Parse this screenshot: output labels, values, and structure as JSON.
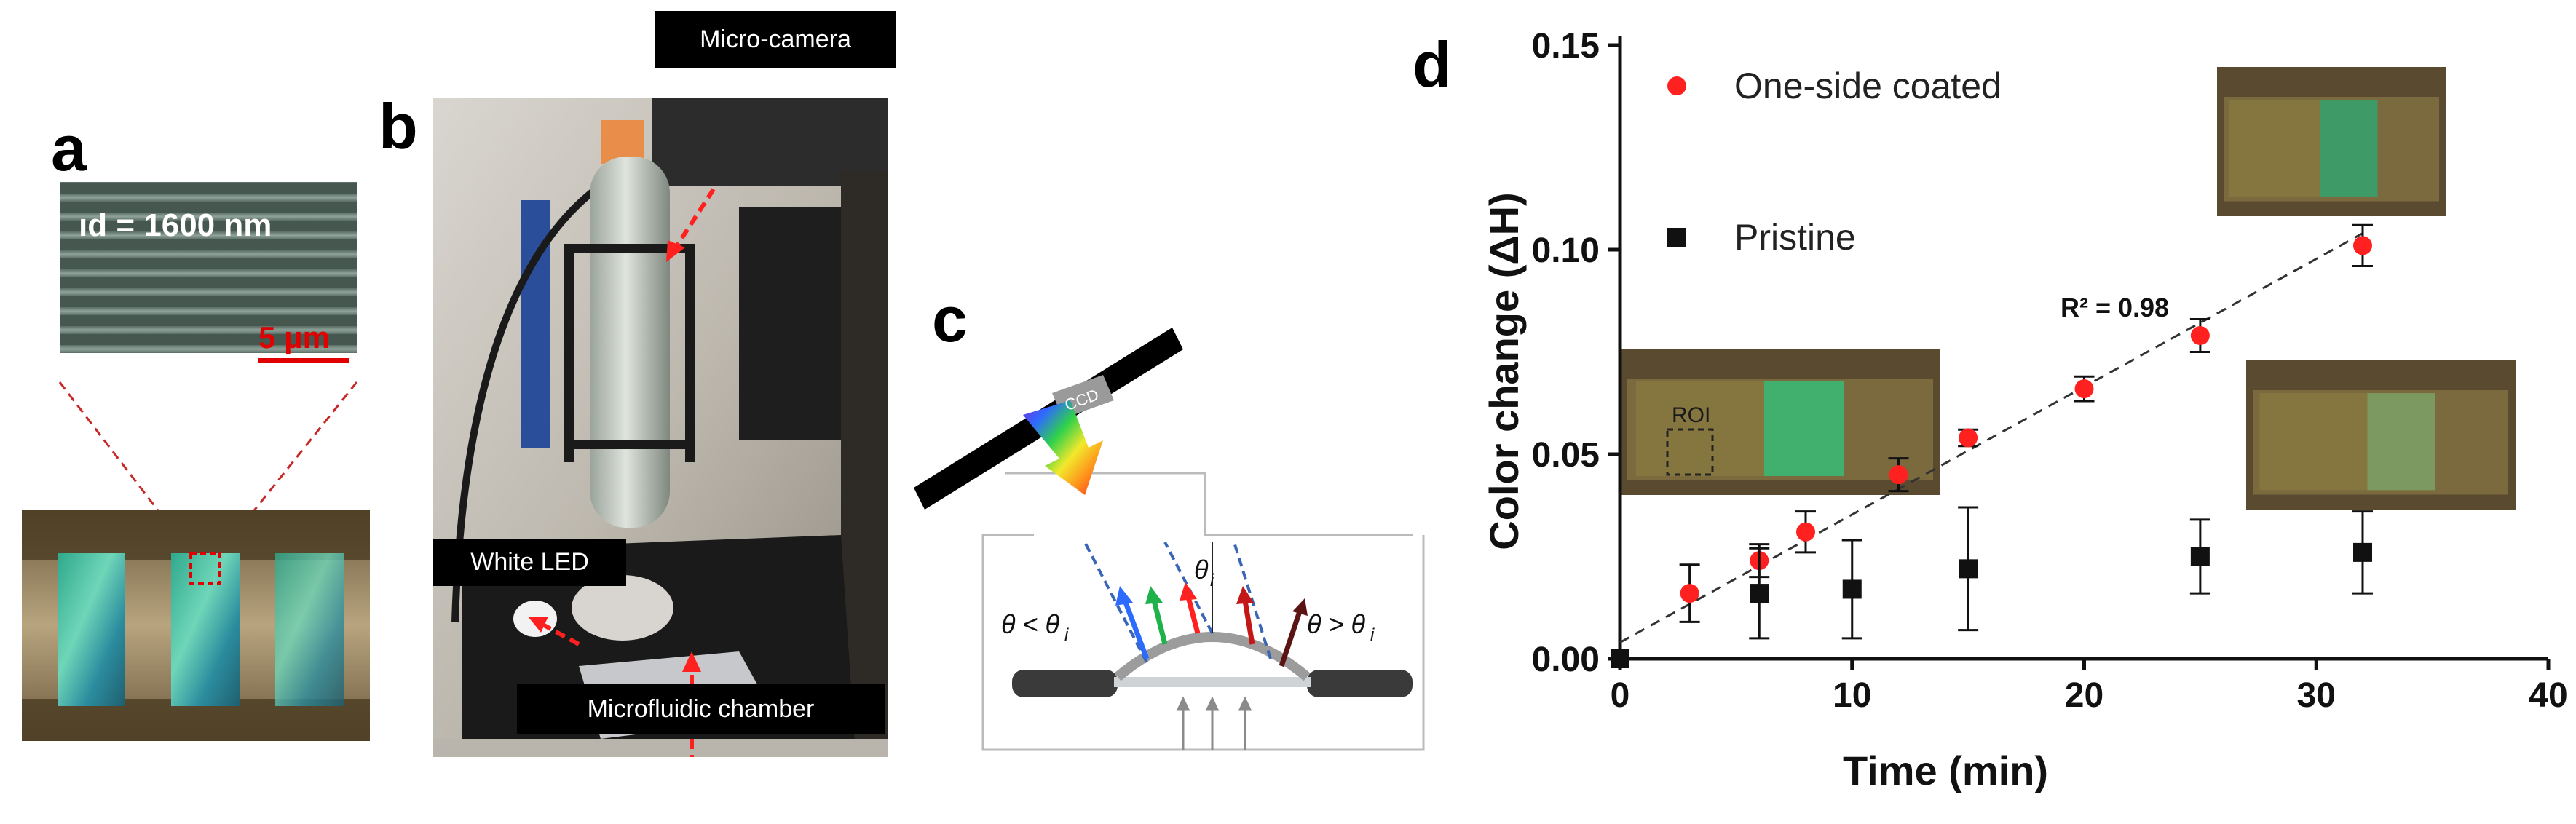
{
  "panel_labels": {
    "a": "a",
    "b": "b",
    "c": "c",
    "d": "d"
  },
  "panel_a": {
    "measure_text": "ıd = 1600 nm",
    "scale_bar_text": "5 μm"
  },
  "panel_b": {
    "callouts": [
      "Micro-camera",
      "White LED",
      "Microfluidic chamber"
    ]
  },
  "panel_c": {
    "ccd_label": "CCD"
  },
  "chart_data": {
    "type": "scatter",
    "xlabel": "Time (min)",
    "ylabel": "Color change (ΔH)",
    "xlim": [
      0,
      40
    ],
    "ylim": [
      0,
      0.15
    ],
    "x_ticks": [
      "0",
      "10",
      "20",
      "30",
      "40"
    ],
    "y_ticks": [
      "0.00",
      "0.05",
      "0.10",
      "0.15"
    ],
    "legend_position": "top-left",
    "annotation": "R² = 0.98",
    "fit_line": {
      "x": [
        0,
        32
      ],
      "y": [
        0.004,
        0.104
      ]
    },
    "series": [
      {
        "name": "One-side coated",
        "marker": "circle",
        "color": "#ff2020",
        "points": [
          {
            "x": 0,
            "y": 0.0,
            "err": 0.0
          },
          {
            "x": 3,
            "y": 0.016,
            "err": 0.007
          },
          {
            "x": 6,
            "y": 0.024,
            "err": 0.004
          },
          {
            "x": 8,
            "y": 0.031,
            "err": 0.005
          },
          {
            "x": 12,
            "y": 0.045,
            "err": 0.004
          },
          {
            "x": 15,
            "y": 0.054,
            "err": 0.002
          },
          {
            "x": 20,
            "y": 0.066,
            "err": 0.003
          },
          {
            "x": 25,
            "y": 0.079,
            "err": 0.004
          },
          {
            "x": 32,
            "y": 0.101,
            "err": 0.005
          }
        ]
      },
      {
        "name": "Pristine",
        "marker": "square",
        "color": "#111111",
        "points": [
          {
            "x": 0,
            "y": 0.0,
            "err": 0.0
          },
          {
            "x": 6,
            "y": 0.016,
            "err": 0.011
          },
          {
            "x": 10,
            "y": 0.017,
            "err": 0.012
          },
          {
            "x": 15,
            "y": 0.022,
            "err": 0.015
          },
          {
            "x": 25,
            "y": 0.025,
            "err": 0.009
          },
          {
            "x": 32,
            "y": 0.026,
            "err": 0.01
          }
        ]
      }
    ],
    "insets": [
      {
        "label": "ROI"
      }
    ]
  }
}
